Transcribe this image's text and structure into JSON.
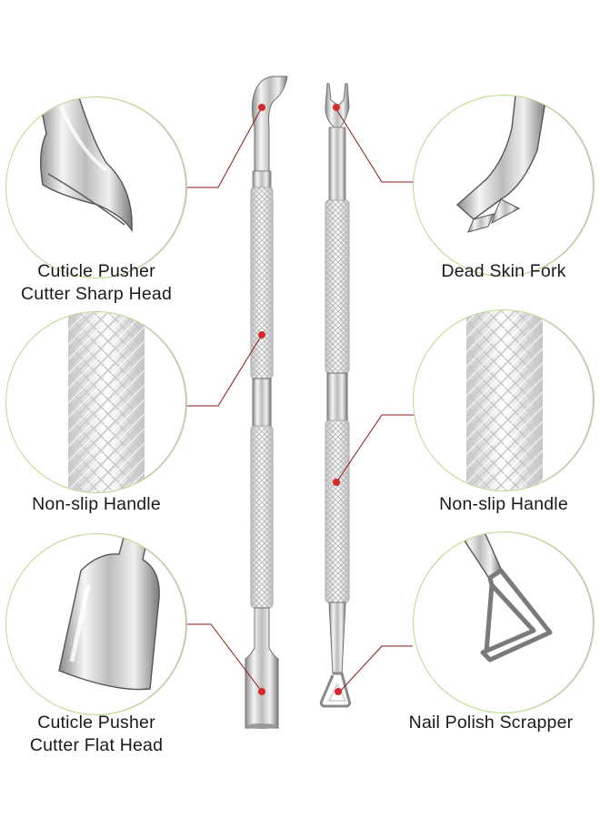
{
  "labels": {
    "cuticle_sharp": [
      "Cuticle Pusher",
      "Cutter Sharp Head"
    ],
    "dead_skin_fork": [
      "Dead Skin Fork"
    ],
    "handle_left": [
      "Non-slip Handle"
    ],
    "handle_right": [
      "Non-slip Handle"
    ],
    "cuticle_flat": [
      "Cuticle Pusher",
      "Cutter Flat Head"
    ],
    "nail_scrapper": [
      "Nail Polish Scrapper"
    ]
  },
  "colors": {
    "callout_line": "#8b1a1a",
    "callout_dot": "#d42a2a",
    "steel_light": "#f2f2f2",
    "steel_dark": "#7d7d7d",
    "circle_green": "#b8d98a",
    "circle_pink": "#e2a6d4"
  },
  "icons": [
    "cuticle-pusher-tool",
    "dead-skin-fork-tool"
  ]
}
